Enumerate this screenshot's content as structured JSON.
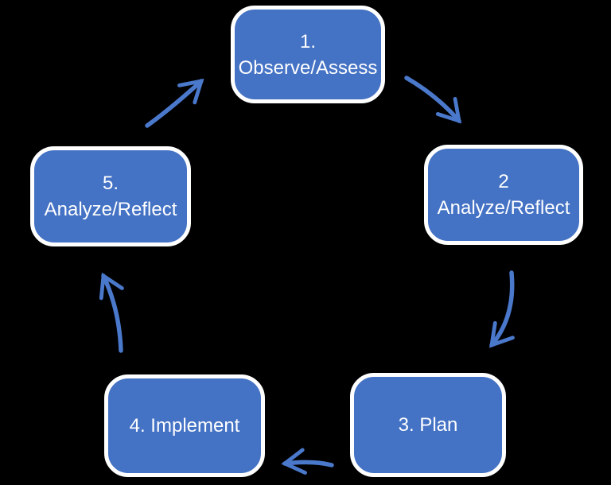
{
  "diagram": {
    "type": "cycle",
    "steps": [
      {
        "name": "observe-assess",
        "lines": [
          "1.",
          "Observe/Assess"
        ]
      },
      {
        "name": "analyze-reflect-2",
        "lines": [
          "2",
          "Analyze/Reflect"
        ]
      },
      {
        "name": "plan",
        "lines": [
          "3. Plan"
        ]
      },
      {
        "name": "implement",
        "lines": [
          "4. Implement"
        ]
      },
      {
        "name": "analyze-reflect-5",
        "lines": [
          "5.",
          "Analyze/Reflect"
        ]
      }
    ],
    "arrows": [
      {
        "from": 1,
        "to": 2
      },
      {
        "from": 2,
        "to": 3
      },
      {
        "from": 3,
        "to": 4
      },
      {
        "from": 4,
        "to": 5
      },
      {
        "from": 5,
        "to": 1
      }
    ],
    "colors": {
      "box_fill": "#4472C4",
      "box_border": "#FFFFFF",
      "box_text": "#FFFFFF",
      "arrow": "#4A78CB",
      "background": "#000000"
    }
  }
}
